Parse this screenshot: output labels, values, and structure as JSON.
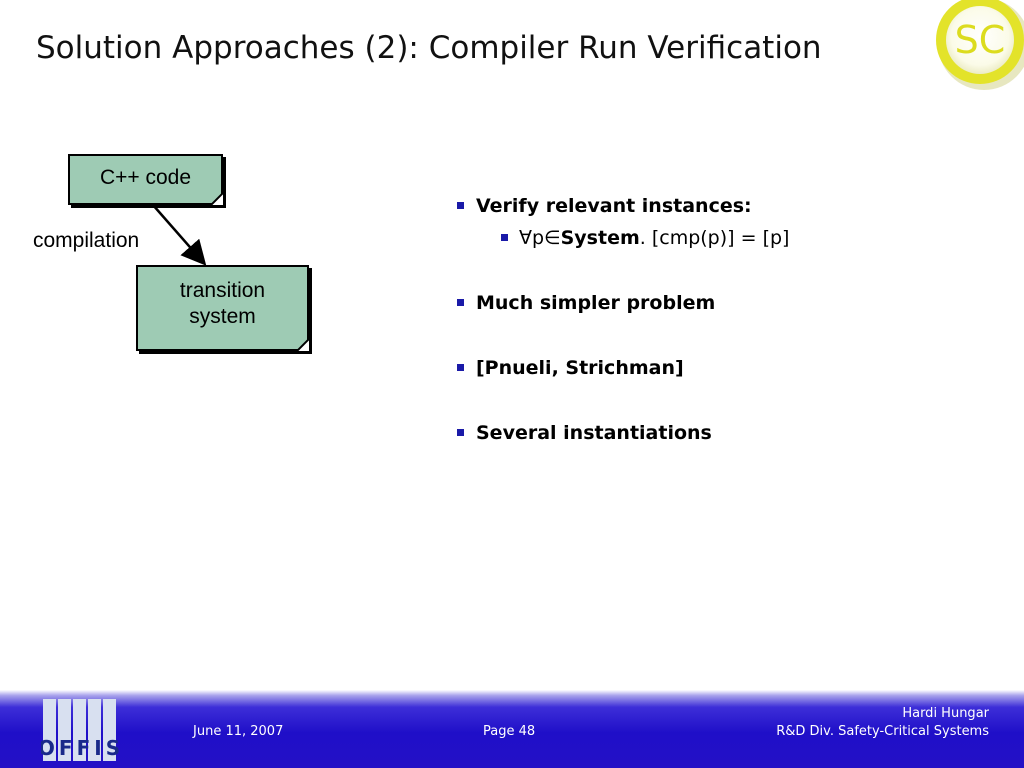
{
  "slide": {
    "title": "Solution Approaches (2): Compiler Run Verification",
    "logo_text": "SC"
  },
  "diagram": {
    "node_source": "C++ code",
    "node_target_line1": "transition",
    "node_target_line2": "system",
    "edge_label": "compilation"
  },
  "bullets": {
    "b1": "Verify relevant instances:",
    "sub1_prefix": "∀p∈",
    "sub1_strong": "System",
    "sub1_rest": ". [cmp(p)] = [p]",
    "b2": "Much simpler problem",
    "b3": "[Pnueli, Strichman]",
    "b4": "Several instantiations"
  },
  "footer": {
    "date": "June 11, 2007",
    "page": "Page 48",
    "author": "Hardi Hungar",
    "division": "R&D Div. Safety-Critical Systems",
    "org_logo_text": "OFFIS"
  },
  "colors": {
    "note_fill": "#9ecbb4",
    "bullet_marker": "#1a1aa8",
    "footer_blue": "#2410c6",
    "logo_yellow": "#e8e832"
  }
}
